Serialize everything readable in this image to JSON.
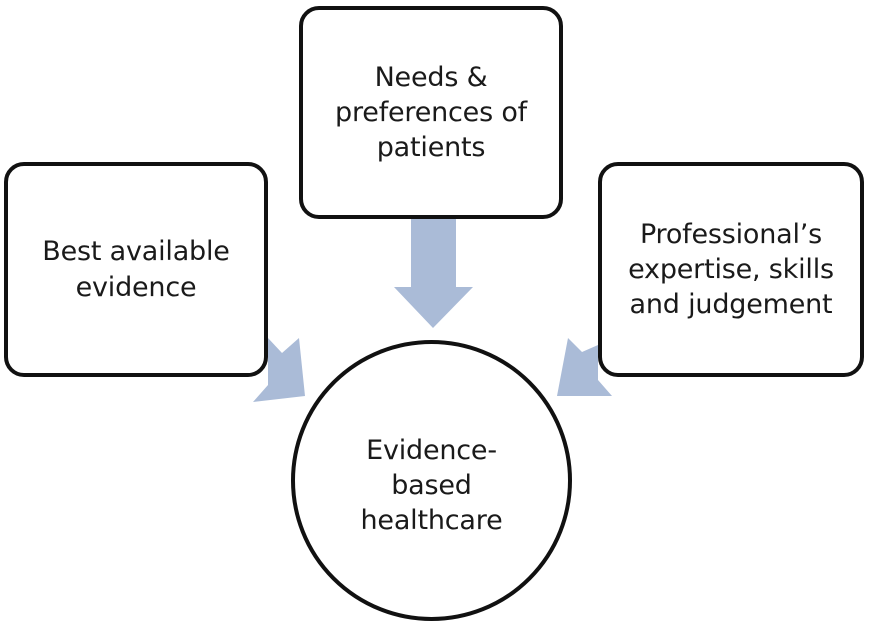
{
  "diagram": {
    "top_box": {
      "label": "Needs &\npreferences of\npatients"
    },
    "left_box": {
      "label": "Best available\nevidence"
    },
    "right_box": {
      "label": "Professional’s\nexpertise, skills\nand judgement"
    },
    "center_circle": {
      "label": "Evidence-\nbased\nhealthcare"
    },
    "colors": {
      "arrow": "#aabbd7",
      "border": "#111111",
      "text": "#1a1a1a",
      "background": "#ffffff"
    }
  }
}
